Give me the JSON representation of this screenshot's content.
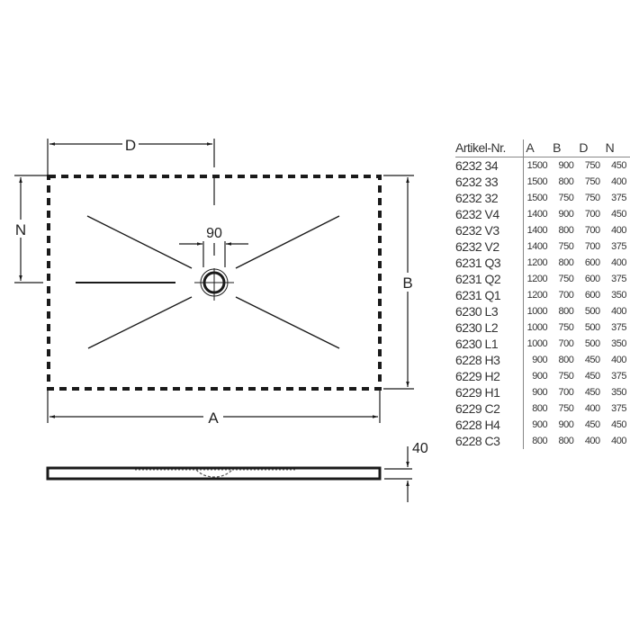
{
  "drawing": {
    "dimension_labels": {
      "D": "D",
      "N": "N",
      "A": "A",
      "B": "B",
      "drain_diameter": "90",
      "thickness": "40"
    },
    "colors": {
      "line": "#1a1a1a",
      "background": "#ffffff"
    }
  },
  "table": {
    "headers": [
      "Artikel-Nr.",
      "A",
      "B",
      "D",
      "N"
    ],
    "rows": [
      [
        "6232 34",
        "1500",
        "900",
        "750",
        "450"
      ],
      [
        "6232 33",
        "1500",
        "800",
        "750",
        "400"
      ],
      [
        "6232 32",
        "1500",
        "750",
        "750",
        "375"
      ],
      [
        "6232 V4",
        "1400",
        "900",
        "700",
        "450"
      ],
      [
        "6232 V3",
        "1400",
        "800",
        "700",
        "400"
      ],
      [
        "6232 V2",
        "1400",
        "750",
        "700",
        "375"
      ],
      [
        "6231 Q3",
        "1200",
        "800",
        "600",
        "400"
      ],
      [
        "6231 Q2",
        "1200",
        "750",
        "600",
        "375"
      ],
      [
        "6231 Q1",
        "1200",
        "700",
        "600",
        "350"
      ],
      [
        "6230 L3",
        "1000",
        "800",
        "500",
        "400"
      ],
      [
        "6230 L2",
        "1000",
        "750",
        "500",
        "375"
      ],
      [
        "6230 L1",
        "1000",
        "700",
        "500",
        "350"
      ],
      [
        "6228 H3",
        "900",
        "800",
        "450",
        "400"
      ],
      [
        "6229 H2",
        "900",
        "750",
        "450",
        "375"
      ],
      [
        "6229 H1",
        "900",
        "700",
        "450",
        "350"
      ],
      [
        "6229 C2",
        "800",
        "750",
        "400",
        "375"
      ],
      [
        "6228 H4",
        "900",
        "900",
        "450",
        "450"
      ],
      [
        "6228 C3",
        "800",
        "800",
        "400",
        "400"
      ]
    ]
  }
}
